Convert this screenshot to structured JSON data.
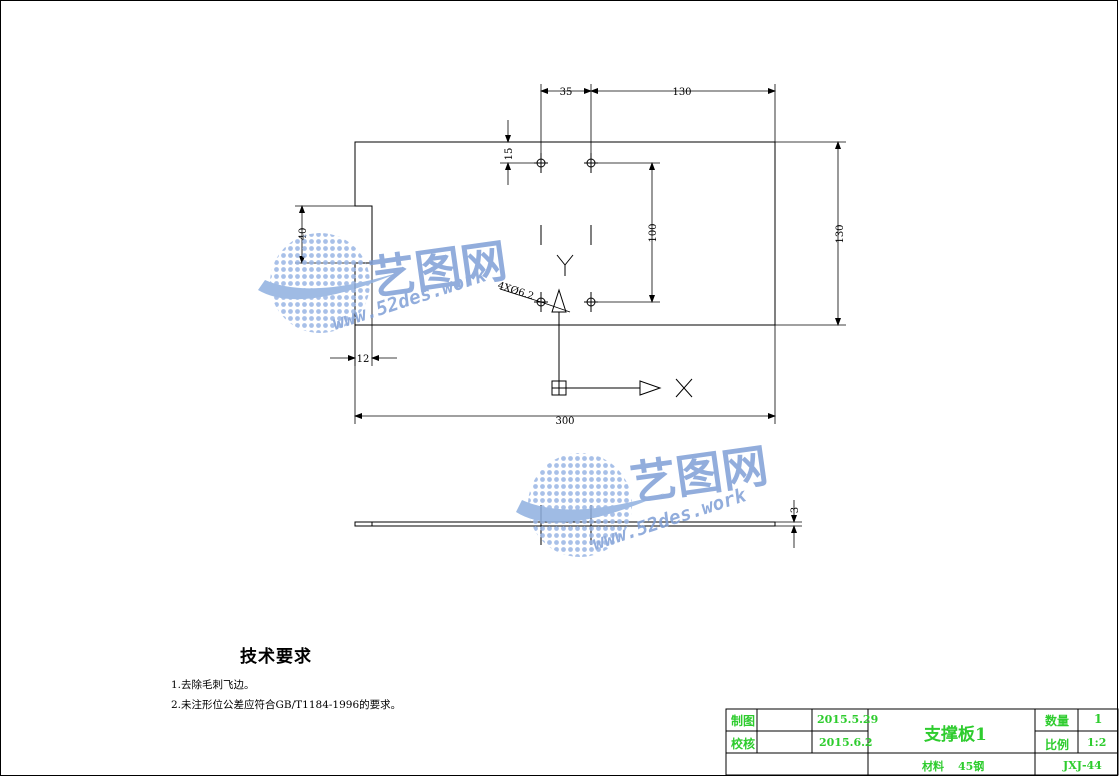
{
  "dimensions": {
    "top_35": "35",
    "top_130": "130",
    "height_130": "130",
    "hole_spacing_100": "100",
    "hole_offset_15": "15",
    "notch_40": "40",
    "notch_12": "12",
    "overall_300": "300",
    "thickness_3": "3",
    "hole_callout": "4XØ6.2"
  },
  "axis_labels": {
    "x": "X",
    "y": "Y"
  },
  "watermark": {
    "cn": "艺图网",
    "url": "www.52des.work"
  },
  "tech_requirements": {
    "title": "技术要求",
    "items": [
      "1.去除毛刺飞边。",
      "2.未注形位公差应符合GB/T1184-1996的要求。"
    ]
  },
  "title_block": {
    "drawn_label": "制图",
    "drawn_date": "2015.5.29",
    "checked_label": "校核",
    "checked_date": "2015.6.2",
    "part_name": "支撑板1",
    "qty_label": "数量",
    "qty_value": "1",
    "scale_label": "比例",
    "scale_value": "1:2",
    "material_label": "材料",
    "material_value": "45钢",
    "drawing_no": "JXJ-44"
  },
  "colors": {
    "line": "#000000",
    "title_text": "#2ecc2e",
    "watermark": "#7f9fd6"
  }
}
